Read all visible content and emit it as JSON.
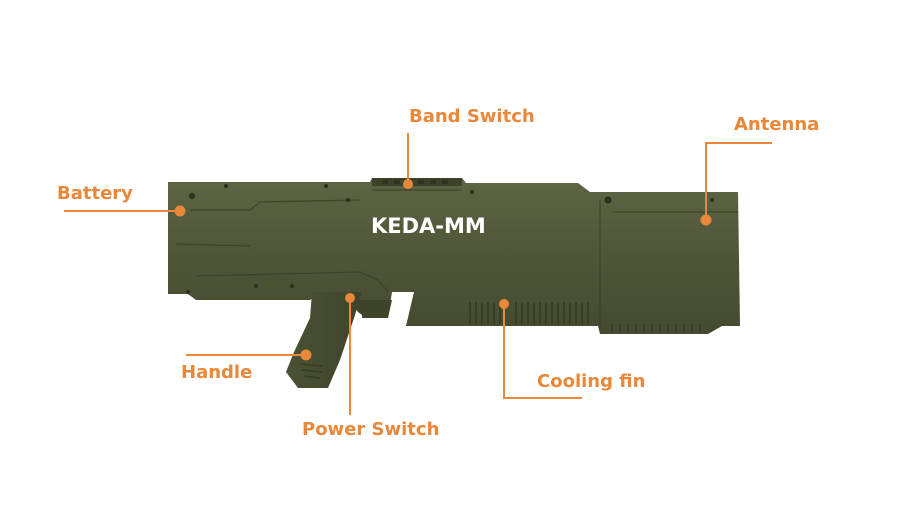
{
  "device": {
    "model": "KEDA-MM",
    "body_color": "#4e5535",
    "label_color": "#e9873a",
    "label_text_color": "#ffffff"
  },
  "labels": {
    "band_switch": "Band Switch",
    "antenna": "Antenna",
    "battery": "Battery",
    "handle": "Handle",
    "power_switch": "Power Switch",
    "cooling_fin": "Cooling fin"
  }
}
